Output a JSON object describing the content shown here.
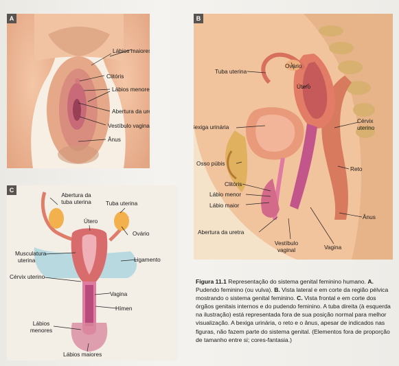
{
  "panel_a": {
    "tag": "A",
    "labels": {
      "labios_maiores": "Lábios maiores",
      "clitoris": "Clitóris",
      "labios_menores": "Lábios menores",
      "abertura_uretra": "Abertura da uretra",
      "vestibulo_vaginal": "Vestíbulo vaginal",
      "anus": "Ânus"
    }
  },
  "panel_b": {
    "tag": "B",
    "labels": {
      "tuba_uterina": "Tuba uterina",
      "ovario": "Ovário",
      "utero": "Útero",
      "bexiga_urinaria": "Bexiga urinária",
      "cervix_l1": "Cérvix",
      "cervix_l2": "uterino",
      "osso_pubis": "Osso púbis",
      "reto": "Reto",
      "clitoris": "Clitóris",
      "labio_menor": "Lábio menor",
      "labio_maior": "Lábio maior",
      "anus": "Ânus",
      "abertura_uretra": "Abertura da uretra",
      "vestibulo_l1": "Vestíbulo",
      "vestibulo_l2": "vaginal",
      "vagina": "Vagina"
    }
  },
  "panel_c": {
    "tag": "C",
    "labels": {
      "abertura_tuba_l1": "Abertura da",
      "abertura_tuba_l2": "tuba uterina",
      "tuba_uterina": "Tuba uterina",
      "utero": "Útero",
      "ovario": "Ovário",
      "musculatura_l1": "Musculatura",
      "musculatura_l2": "uterina",
      "ligamento": "Ligamento",
      "cervix_uterino": "Cérvix uterino",
      "vagina": "Vagina",
      "himen": "Hímen",
      "labios_menores_l1": "Lábios",
      "labios_menores_l2": "menores",
      "labios_maiores": "Lábios maiores"
    }
  },
  "caption": {
    "figure": "Figura 11.1",
    "title_text": " Representação do sistema genital feminino humano.",
    "a_letter": "A.",
    "a_text": " Pudendo feminino (ou vulva). ",
    "b_letter": "B.",
    "b_text": " Vista lateral e em corte da região pélvica mostrando o sistema genital feminino. ",
    "c_letter": "C.",
    "c_text": " Vista frontal e em corte dos órgãos genitais internos e do pudendo feminino. A tuba direita (à esquerda na ilustração) está representada fora de sua posição normal para melhor visualização. A bexiga urinária, o reto e o ânus, apesar de indicados nas figuras, não fazem parte do sistema genital. (Elementos fora de proporção de tamanho entre si; cores-fantasia.)"
  }
}
